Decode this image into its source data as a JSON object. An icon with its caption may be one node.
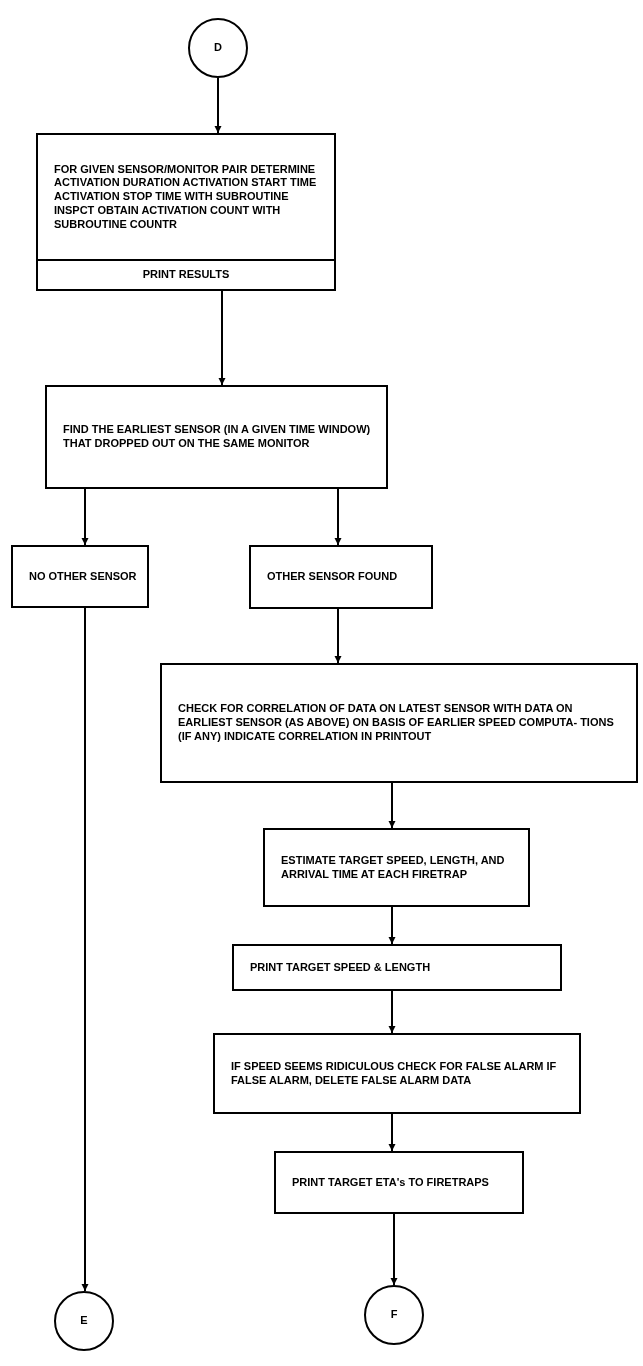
{
  "diagram": {
    "nodes": [
      {
        "text": [
          "D"
        ]
      },
      {
        "text": [
          "FOR GIVEN SENSOR/MONITOR PAIR DETERMINE ACTIVATION DURATION ACTIVATION START TIME ACTIVATION STOP TIME WITH SUBROUTINE INSPCT OBTAIN ACTIVATION COUNT WITH SUBROUTINE COUNTR",
          "PRINT RESULTS"
        ]
      },
      {
        "text": [
          "FIND THE EARLIEST SENSOR (IN A GIVEN TIME WINDOW) THAT DROPPED OUT ON THE SAME MONITOR"
        ]
      },
      {
        "text": [
          "NO OTHER SENSOR"
        ]
      },
      {
        "text": [
          "OTHER SENSOR FOUND"
        ]
      },
      {
        "text": [
          "CHECK FOR CORRELATION OF DATA ON LATEST SENSOR WITH DATA ON EARLIEST SENSOR (AS ABOVE) ON BASIS OF EARLIER SPEED COMPUTA- TIONS (IF ANY) INDICATE CORRELATION IN PRINTOUT"
        ]
      },
      {
        "text": [
          "ESTIMATE TARGET SPEED, LENGTH, AND ARRIVAL TIME AT EACH FIRETRAP"
        ]
      },
      {
        "text": [
          "PRINT TARGET SPEED & LENGTH"
        ]
      },
      {
        "text": [
          "IF SPEED SEEMS RIDICULOUS CHECK FOR FALSE ALARM IF FALSE ALARM, DELETE FALSE ALARM DATA"
        ]
      },
      {
        "text": [
          "PRINT TARGET ETA's TO FIRETRAPS"
        ]
      },
      {
        "text": [
          "E"
        ]
      },
      {
        "text": [
          "F"
        ]
      }
    ],
    "edges": [
      {
        "from": 0,
        "to": 1,
        "arrow": "to"
      },
      {
        "from": 1,
        "to": 2,
        "arrow": "to"
      },
      {
        "from": 2,
        "to": 3,
        "arrow": "to"
      },
      {
        "from": 2,
        "to": 4,
        "arrow": "to"
      },
      {
        "from": 3,
        "to": 10,
        "arrow": "to"
      },
      {
        "from": 4,
        "to": 5,
        "arrow": "to"
      },
      {
        "from": 5,
        "to": 6,
        "arrow": "to"
      },
      {
        "from": 6,
        "to": 7,
        "arrow": "to"
      },
      {
        "from": 7,
        "to": 8,
        "arrow": "to"
      },
      {
        "from": 8,
        "to": 9,
        "arrow": "to"
      },
      {
        "from": 9,
        "to": 11,
        "arrow": "to"
      }
    ]
  }
}
